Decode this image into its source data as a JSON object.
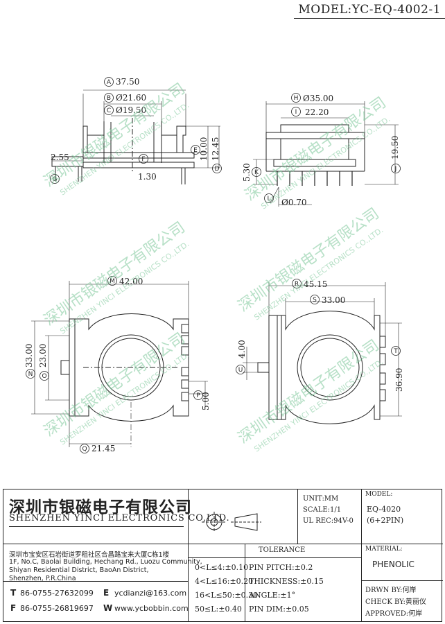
{
  "header": {
    "model": "MODEL:YC-EQ-4002-1"
  },
  "drawing": {
    "top_left": {
      "a": "A",
      "a_val": "37.50",
      "b": "B",
      "b_val": "Ø21.60",
      "c": "C",
      "c_val": "Ø19.50",
      "d": "D",
      "d_val": "12.45",
      "e": "E",
      "e_val": "10.00",
      "f": "F",
      "g": "G",
      "g_val": "2.55",
      "f_val": "1.30"
    },
    "top_right": {
      "h": "H",
      "h_val": "Ø35.00",
      "i": "I",
      "i_val": "22.20",
      "j": "J",
      "j_val": "19.50",
      "k": "K",
      "k_val": "5.30",
      "l": "L",
      "l_val": "Ø0.70"
    },
    "bottom_left": {
      "m": "M",
      "m_val": "42.00",
      "n": "N",
      "n_val": "33.00",
      "o": "O",
      "o_val": "23.00",
      "p": "P",
      "p_val": "5.00",
      "q": "Q",
      "q_val": "21.45"
    },
    "bottom_right": {
      "r": "R",
      "r_val": "45.15",
      "s": "S",
      "s_val": "33.00",
      "t": "T",
      "t_val": "36.90",
      "u": "U",
      "u_val": "4.00"
    },
    "watermark": {
      "cn": "深圳市银磁电子有限公司",
      "en": "SHENZHEN YINCI ELECTRONICS CO.,LTD."
    }
  },
  "title_block": {
    "company_cn": "深圳市银磁电子有限公司",
    "company_en": "SHENZHEN YINCI ELECTRONICS CO,LTD.",
    "address_cn": "深圳市宝安区石岩街道罗租社区合昌路宝来大厦C栋1楼",
    "address_en": [
      "1F, No.C, Baolai Building, Hechang Rd., Luozu Community,",
      "Shiyan Residential District, BaoAn District,",
      "Shenzhen, P.R.China"
    ],
    "contacts": [
      {
        "key": "T",
        "value": "86-0755-27632099"
      },
      {
        "key": "F",
        "value": "86-0755-26819697"
      },
      {
        "key": "E",
        "value": "ycdianzi@163.com"
      },
      {
        "key": "W",
        "value": "www.ycbobbin.com"
      }
    ],
    "unit": "UNIT:MM",
    "scale": "SCALE:1/1",
    "ul_rec": "UL REC:94V-0",
    "model_label": "MODEL:",
    "model_value": "EQ-4020",
    "model_sub": "(6+2PIN)",
    "tolerance_label": "TOLERANCE",
    "tolerances": [
      "0<L≤4:±0.10",
      "4<L≤16:±0.20",
      "16<L≤50:±0.30",
      "50≤L:±0.40"
    ],
    "pin_tolerances": [
      "PIN PITCH:±0.2",
      "THICKNESS:±0.15",
      "ANGLE:±1°",
      "PIN DIM:±0.05"
    ],
    "material_label": "MATERIAL:",
    "material_value": "PHENOLIC",
    "drawn_by": "DRWN BY:何岸",
    "check_by": "CHECK BY:黄丽仪",
    "approved": "APPROVED:何岸"
  }
}
